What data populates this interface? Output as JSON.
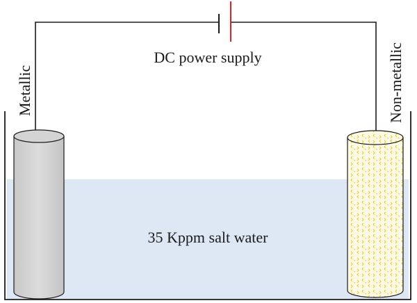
{
  "labels": {
    "power_supply": "DC power supply",
    "left_electrode": "Metallic",
    "right_electrode": "Non-metallic",
    "solution": "35 Kppm salt water"
  },
  "colors": {
    "water": "#dde8f4",
    "wire": "#1a1a1a",
    "battery_positive_plate": "#e02020",
    "metallic_electrode_fill": "#d6d6d6",
    "nonmetallic_electrode_fill": "#fdfbe3",
    "nonmetallic_pattern": "#f0c63c"
  }
}
